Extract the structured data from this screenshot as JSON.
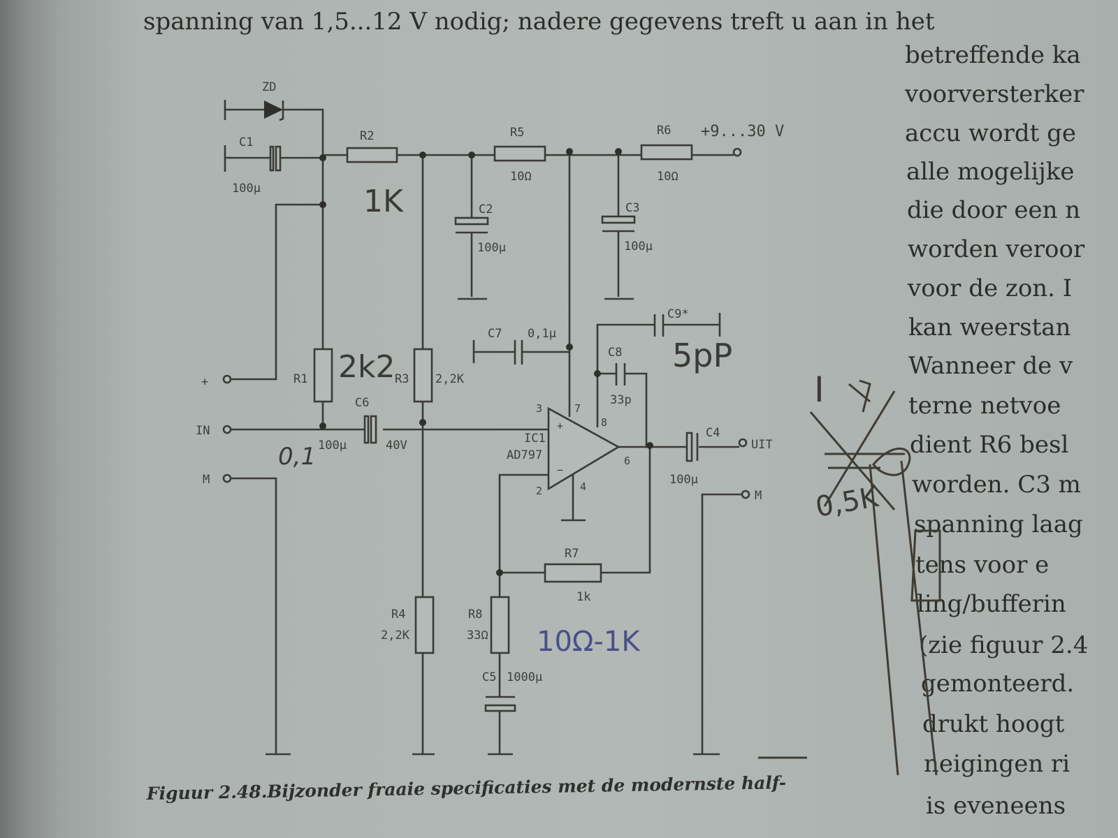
{
  "text": {
    "top_line": "spanning van 1,5...12 V nodig; nadere gegevens treft u aan in het",
    "right_column": [
      "betreffende ka",
      "voorversterker",
      "accu wordt ge",
      "alle mogelijke",
      "die door een n",
      "worden veroor",
      "voor de zon. I",
      "kan weerstan",
      "Wanneer de v",
      "terne netvoe",
      "dient R6 besl",
      "worden. C3 m",
      "spanning laag",
      "tens voor e",
      "ling/bufferin",
      "(zie figuur 2.4",
      "gemonteerd.",
      "drukt hoogt",
      "neigingen ri",
      "is eveneens"
    ],
    "caption": "Figuur 2.48.Bijzonder fraaie specificaties met de modernste half-"
  },
  "schematic": {
    "zd": "ZD",
    "c1": "C1",
    "c1_val": "100µ",
    "r2": "R2",
    "r5": "R5",
    "r5_val": "10Ω",
    "r6": "R6",
    "r6_val": "10Ω",
    "supply": "+9...30 V",
    "c2": "C2",
    "c2_val": "100µ",
    "c3": "C3",
    "c3_val": "100µ",
    "plus": "+",
    "r1": "R1",
    "r3": "R3",
    "r3_val": "2,2K",
    "in": "IN",
    "c6": "C6",
    "c6_val": "100µ",
    "c6_volt": "40V",
    "m_left": "M",
    "c7": "C7",
    "c7_val": "0,1µ",
    "c9": "C9*",
    "c8": "C8",
    "c8_val": "33p",
    "ic": "IC1",
    "ic_type": "AD797",
    "pins": {
      "p3": "3",
      "p2": "2",
      "p7": "7",
      "p8": "8",
      "p6": "6",
      "p4": "4"
    },
    "c4": "C4",
    "c4_val": "100µ",
    "uit": "UIT",
    "m_right": "M",
    "r7": "R7",
    "r7_val": "1k",
    "r4": "R4",
    "r4_val": "2,2K",
    "r8": "R8",
    "r8_val": "33Ω",
    "c5": "C5",
    "c5_val": "1000µ"
  },
  "handwritten": {
    "r2_note": "1K",
    "r1_note": "2k2",
    "c6_note": "0,1",
    "c9_note": "5pP",
    "r8_note": "10Ω-1K",
    "pot_note": "0,5K",
    "i_note": "I"
  }
}
